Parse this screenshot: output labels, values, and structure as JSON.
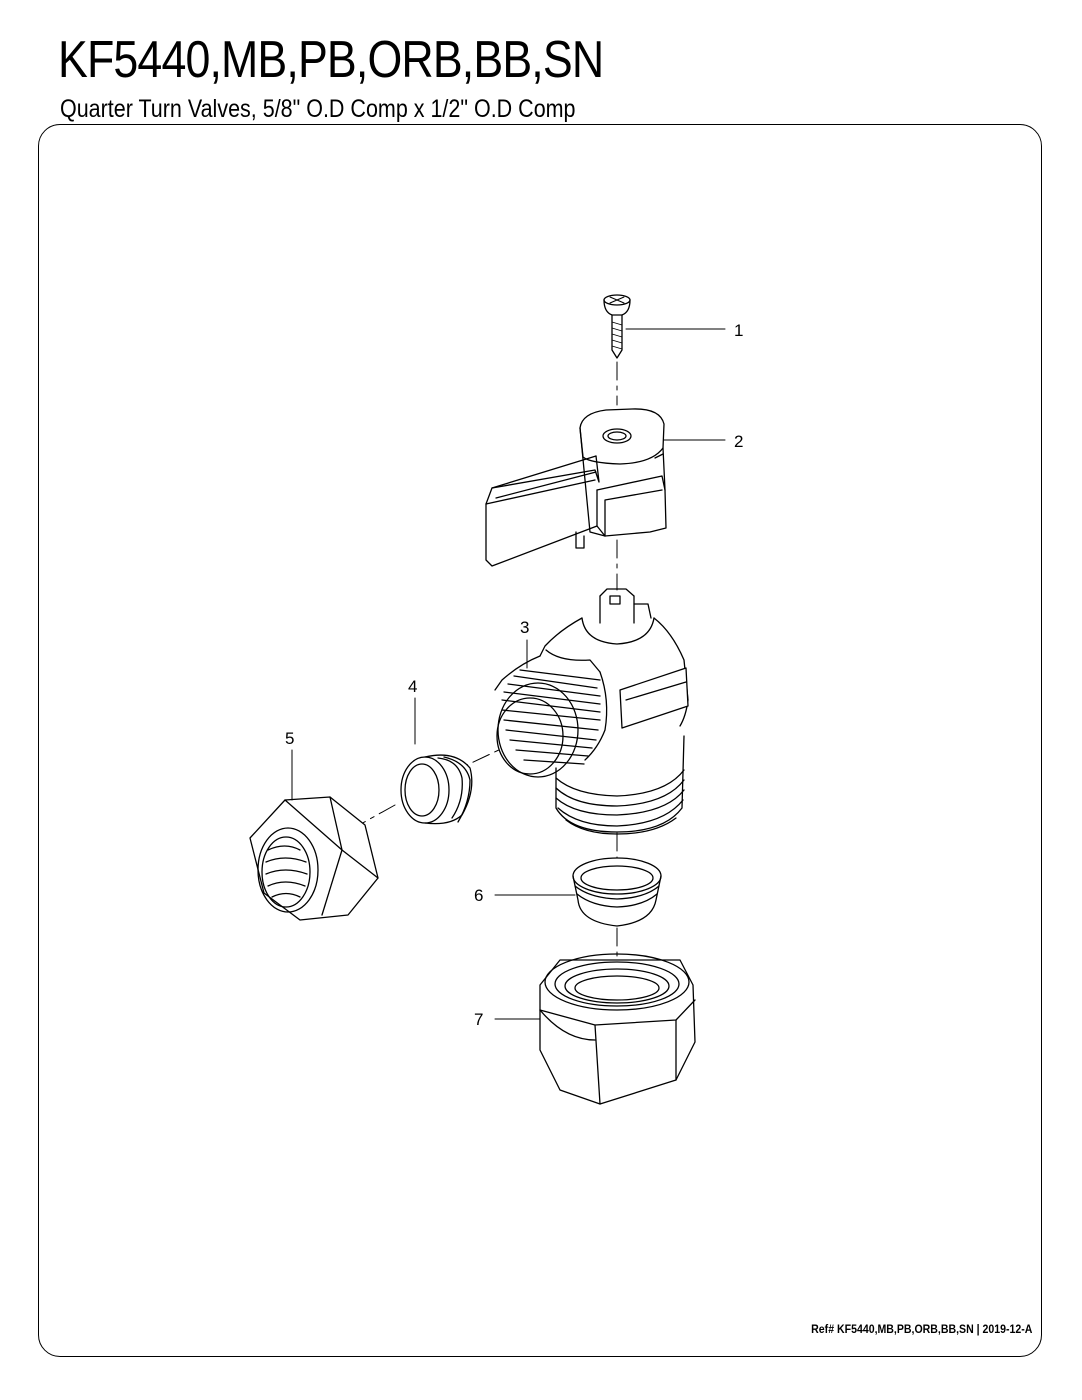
{
  "header": {
    "model": "KF5440,MB,PB,ORB,BB,SN",
    "description": "Quarter Turn Valves, 5/8\" O.D Comp x 1/2\" O.D Comp"
  },
  "callouts": [
    "1",
    "2",
    "3",
    "4",
    "5",
    "6",
    "7"
  ],
  "footer": {
    "reference": "Ref# KF5440,MB,PB,ORB,BB,SN | 2019-12-A"
  }
}
